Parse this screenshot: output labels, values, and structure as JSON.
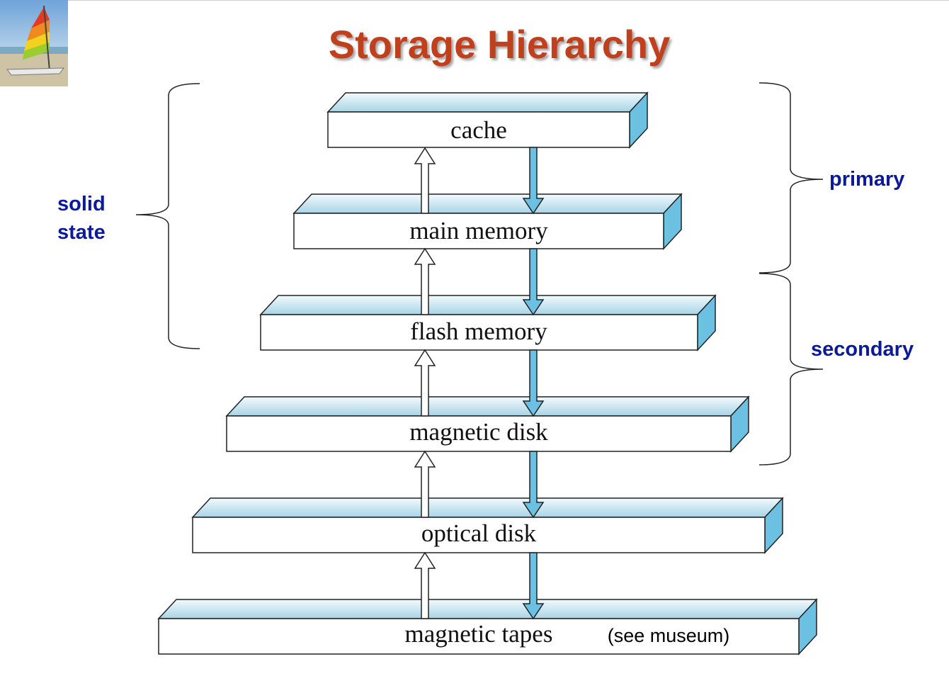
{
  "title": "Storage Hierarchy",
  "levels": [
    {
      "label": "cache"
    },
    {
      "label": "main memory"
    },
    {
      "label": "flash memory"
    },
    {
      "label": "magnetic disk"
    },
    {
      "label": "optical disk"
    },
    {
      "label": "magnetic tapes",
      "note": "(see museum)"
    }
  ],
  "groups": {
    "solid_state_line1": "solid",
    "solid_state_line2": "state",
    "primary": "primary",
    "secondary": "secondary"
  },
  "colors": {
    "title": "#c0401e",
    "group_label": "#0a1a9a",
    "box_top_light": "#f2fafd",
    "box_top_dark": "#a8d4e6",
    "box_side": "#6cc0e2",
    "down_arrow": "#6cc0e2",
    "up_arrow": "#ffffff"
  }
}
